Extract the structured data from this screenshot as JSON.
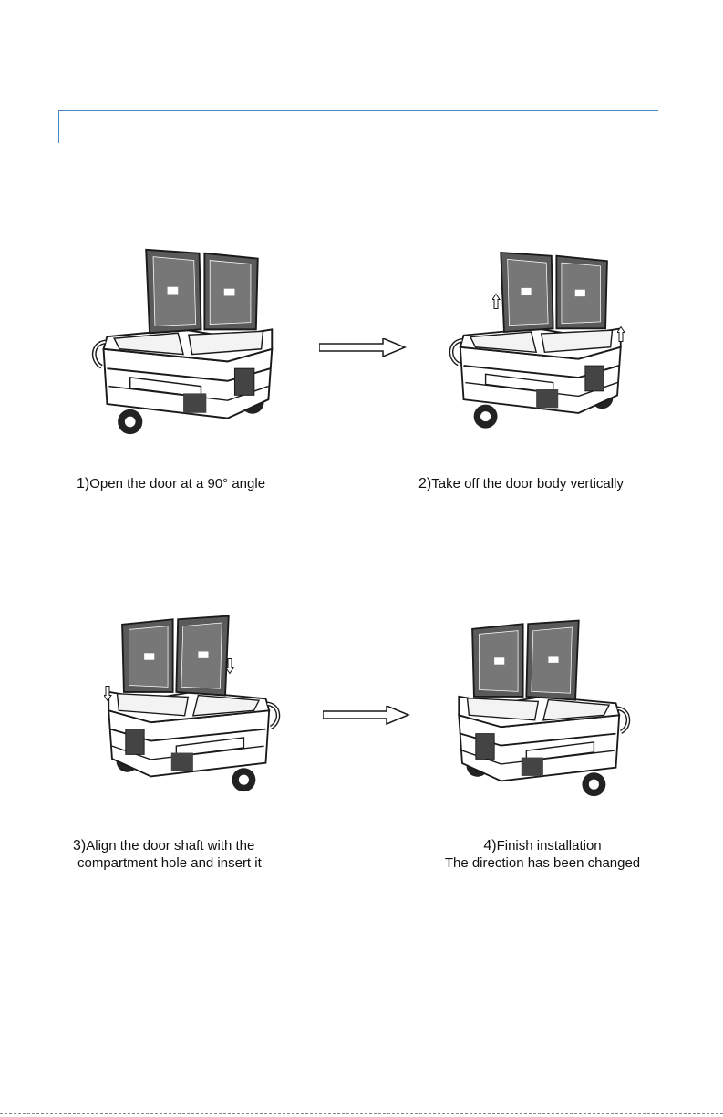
{
  "colors": {
    "header_rule": "#4a86c0",
    "line_art": "#1a1a1a",
    "panel_fill": "#5a5a5a"
  },
  "steps": [
    {
      "num": "1)",
      "lines": [
        "Open the door at a 90° angle"
      ]
    },
    {
      "num": "2)",
      "lines": [
        "Take off the door body vertically"
      ]
    },
    {
      "num": "3)",
      "lines": [
        "Align the door shaft with the",
        "compartment hole and insert it"
      ]
    },
    {
      "num": "4)",
      "lines": [
        "Finish installation",
        "The direction has been changed"
      ]
    }
  ],
  "icons": {
    "flow": "right-arrow-icon",
    "lift": "up-arrow-icon",
    "lower": "down-arrow-icon"
  }
}
